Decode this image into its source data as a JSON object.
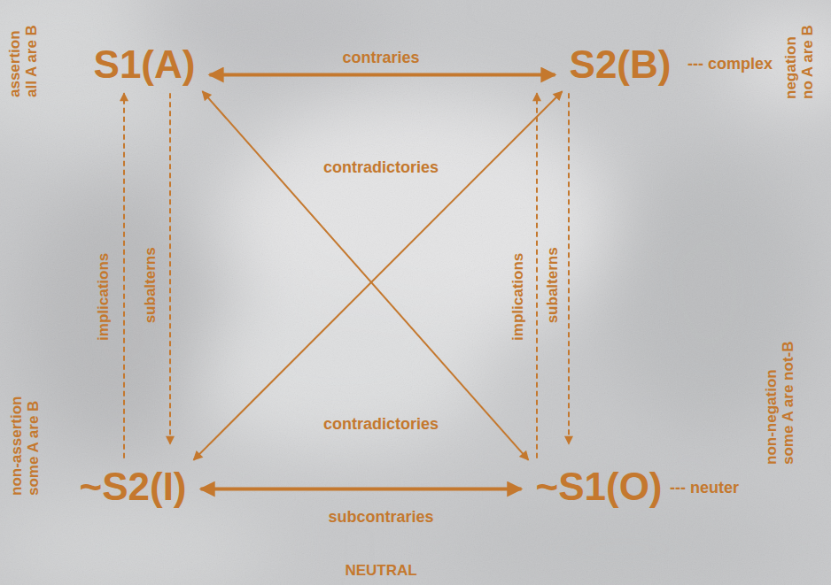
{
  "diagram": {
    "nodes": [
      {
        "text": [
          "S1(A)"
        ]
      },
      {
        "text": [
          "S2(B)"
        ]
      },
      {
        "text": [
          "~S2(I)"
        ]
      },
      {
        "text": [
          "~S1(O)"
        ]
      }
    ],
    "edges": [
      {
        "from": 0,
        "to": 1,
        "arrow": "both",
        "label": "contraries"
      },
      {
        "from": 0,
        "to": 3,
        "arrow": "both",
        "label": "contradictories"
      },
      {
        "from": 2,
        "to": 1,
        "arrow": "both",
        "label": "contradictories"
      },
      {
        "from": 2,
        "to": 0,
        "arrow": "to",
        "label": "implications"
      },
      {
        "from": 0,
        "to": 2,
        "arrow": "to",
        "label": "subalterns"
      },
      {
        "from": 3,
        "to": 1,
        "arrow": "to",
        "label": "implications"
      },
      {
        "from": 1,
        "to": 3,
        "arrow": "to",
        "label": "subalterns"
      },
      {
        "from": 2,
        "to": 3,
        "arrow": "both",
        "label": "subcontraries"
      }
    ],
    "labels": [
      "assertion",
      "all A are B",
      "negation",
      "no A are B",
      "--- complex",
      "non-assertion",
      "some A are B",
      "non-negation",
      "some A are not-B",
      "--- neuter",
      "NEUTRAL"
    ]
  }
}
